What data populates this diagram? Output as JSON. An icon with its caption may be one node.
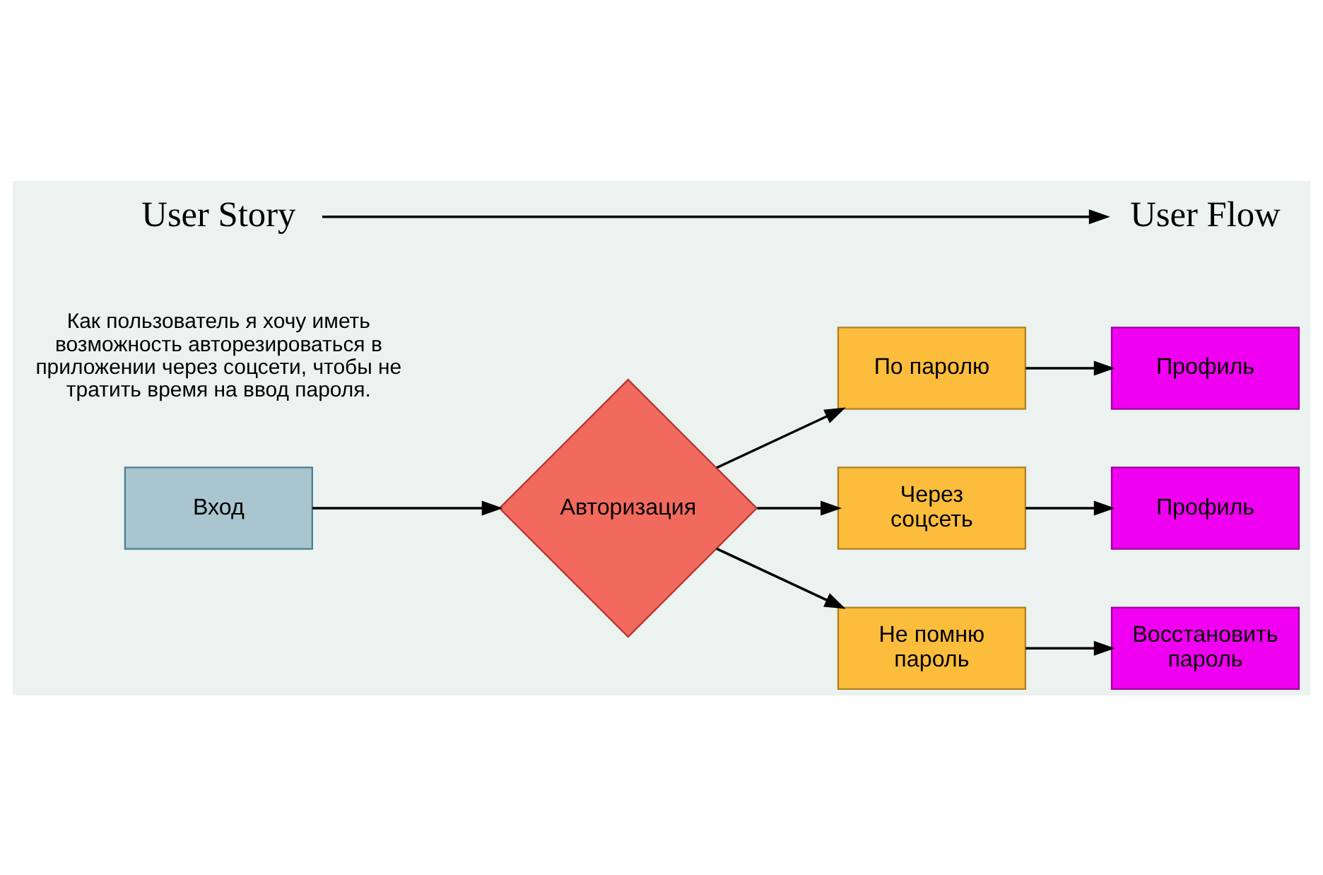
{
  "diagram": {
    "nodes": [
      {
        "text": [
          "User Story"
        ]
      },
      {
        "text": [
          "User Flow"
        ]
      },
      {
        "text": [
          "Вход"
        ]
      },
      {
        "text": [
          "Авторизация"
        ]
      },
      {
        "text": [
          "По паролю"
        ]
      },
      {
        "text": [
          "Профиль"
        ]
      },
      {
        "text": [
          "Через соцсеть"
        ]
      },
      {
        "text": [
          "Профиль"
        ]
      },
      {
        "text": [
          "Не помню пароль"
        ]
      },
      {
        "text": [
          "Восстановить пароль"
        ]
      }
    ],
    "edges": [
      {
        "from": 0,
        "to": 1,
        "arrow": "to"
      },
      {
        "from": 2,
        "to": 3,
        "arrow": "to"
      },
      {
        "from": 3,
        "to": 4,
        "arrow": "to"
      },
      {
        "from": 3,
        "to": 6,
        "arrow": "to"
      },
      {
        "from": 3,
        "to": 8,
        "arrow": "to"
      },
      {
        "from": 4,
        "to": 5,
        "arrow": "to"
      },
      {
        "from": 6,
        "to": 7,
        "arrow": "to"
      },
      {
        "from": 8,
        "to": 9,
        "arrow": "to"
      }
    ],
    "labels": [
      "Как пользователь я хочу иметь возможность авторезироваться в приложении через соцсети, чтобы не тратить время на ввод пароля."
    ]
  }
}
